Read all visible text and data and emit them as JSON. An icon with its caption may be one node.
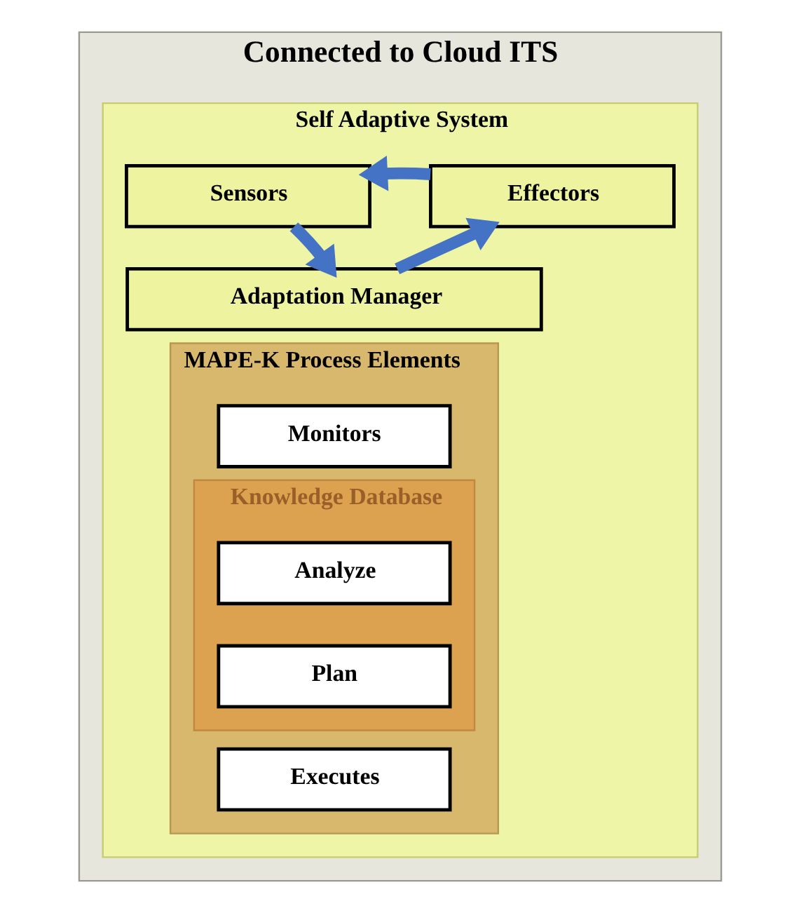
{
  "diagram": {
    "nodes": [
      {
        "text": [
          "Connected to Cloud ITS"
        ]
      },
      {
        "text": [
          "Self Adaptive System"
        ],
        "in": 0
      },
      {
        "text": [
          "Sensors"
        ],
        "in": 1
      },
      {
        "text": [
          "Effectors"
        ],
        "in": 1
      },
      {
        "text": [
          "Adaptation Manager"
        ],
        "in": 1
      },
      {
        "text": [
          "MAPE-K Process Elements"
        ],
        "in": 1
      },
      {
        "text": [
          "Monitors"
        ],
        "in": 5
      },
      {
        "text": [
          "Knowledge Database"
        ],
        "in": 5
      },
      {
        "text": [
          "Analyze"
        ],
        "in": 7
      },
      {
        "text": [
          "Plan"
        ],
        "in": 7
      },
      {
        "text": [
          "Executes"
        ],
        "in": 5
      }
    ],
    "edges": [
      {
        "from": 3,
        "to": 2,
        "arrow": "to"
      },
      {
        "from": 2,
        "to": 4,
        "arrow": "to"
      },
      {
        "from": 4,
        "to": 3,
        "arrow": "to"
      }
    ]
  }
}
